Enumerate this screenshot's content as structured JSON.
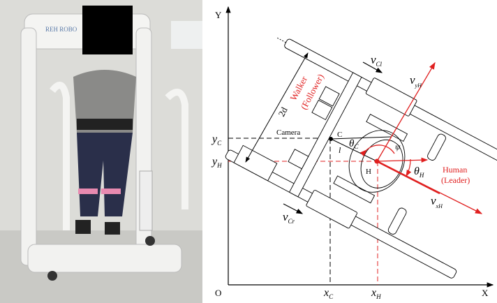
{
  "photo": {
    "device_logo": "REH ROBO"
  },
  "diagram": {
    "axes": {
      "origin": "O",
      "x": "X",
      "y": "Y"
    },
    "ticks": {
      "y_c": "y",
      "y_c_sub": "C",
      "y_h": "y",
      "y_h_sub": "H",
      "x_c": "x",
      "x_c_sub": "C",
      "x_h": "x",
      "x_h_sub": "H"
    },
    "labels": {
      "walker": "Walker",
      "follower": "(Follower)",
      "human": "Human",
      "leader": "(Leader)",
      "camera": "Camera",
      "point_c": "C",
      "point_h": "H",
      "distance": "2d",
      "length": "l",
      "theta_c": "θ",
      "theta_c_sub": "C",
      "theta_h": "θ",
      "theta_h_sub": "H",
      "psi": "ψ",
      "v_cl": "v",
      "v_cl_sub": "Cl",
      "v_cr": "v",
      "v_cr_sub": "Cr",
      "v_yh": "v",
      "v_yh_sub": "yH",
      "v_xh": "v",
      "v_xh_sub": "xH"
    },
    "colors": {
      "human": "#e02020",
      "walker": "#000000",
      "walker_label": "#e02020"
    }
  }
}
